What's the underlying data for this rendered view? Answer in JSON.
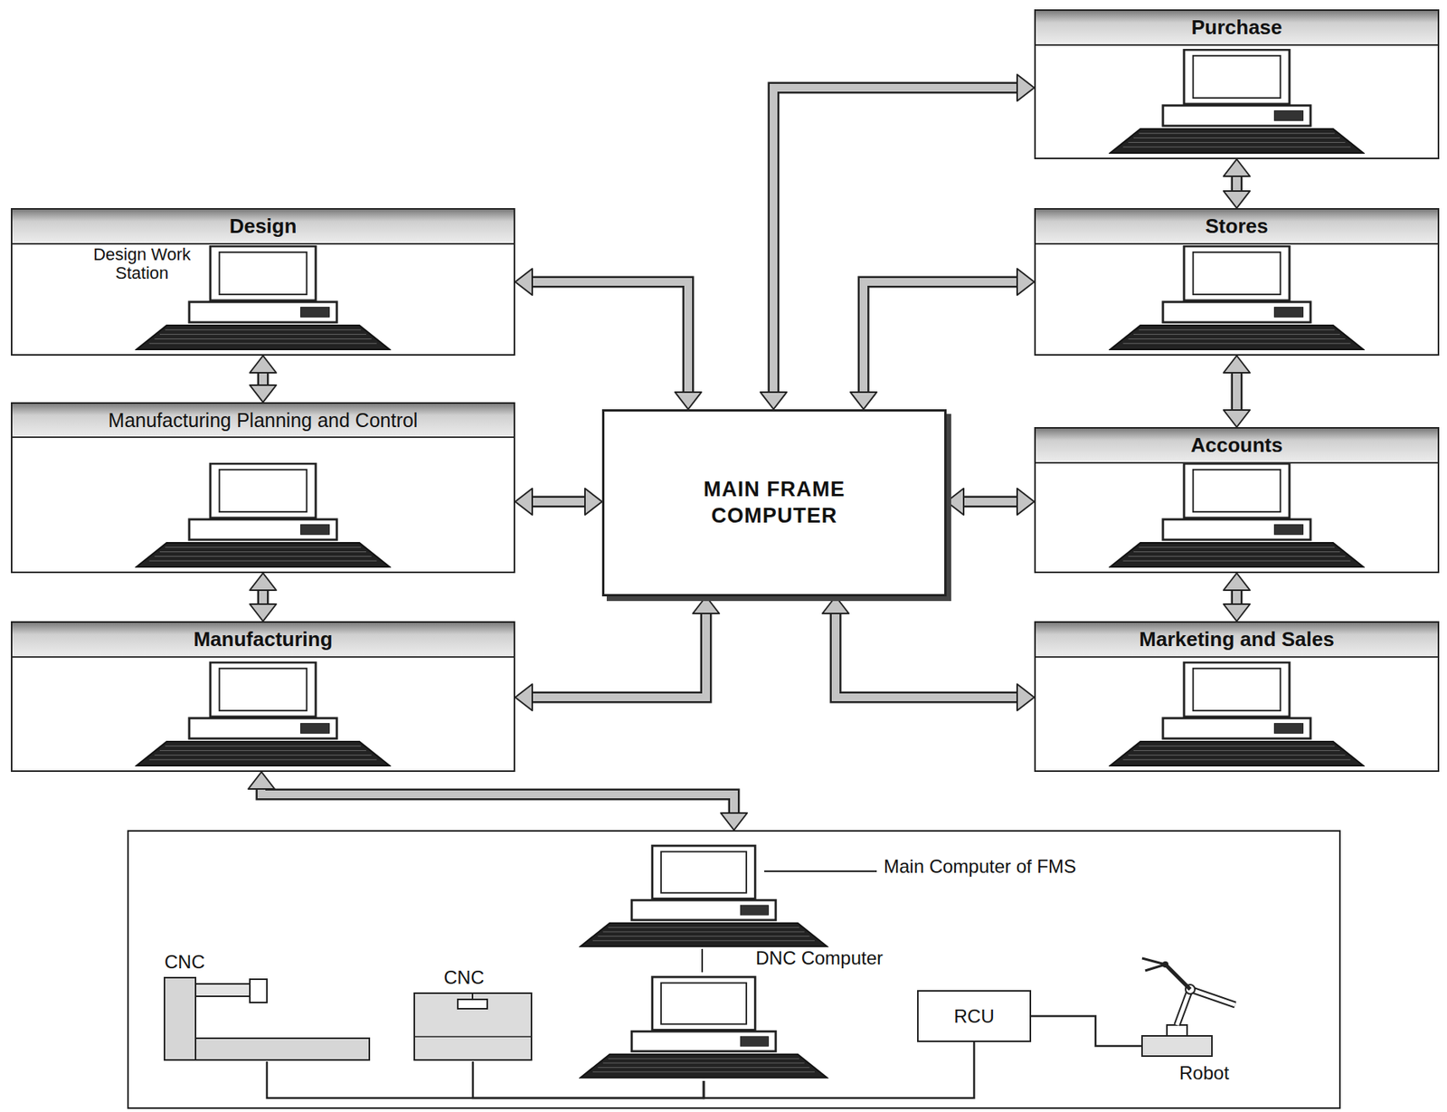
{
  "diagram": {
    "nodes": [
      {
        "text": [
          "Purchase"
        ]
      },
      {
        "text": [
          "Design",
          "Design Work Station"
        ]
      },
      {
        "text": [
          "Stores"
        ]
      },
      {
        "text": [
          "Manufacturing Planning and Control"
        ]
      },
      {
        "text": [
          "MAIN FRAME COMPUTER"
        ]
      },
      {
        "text": [
          "Accounts"
        ]
      },
      {
        "text": [
          "Manufacturing"
        ]
      },
      {
        "text": [
          "Marketing and Sales"
        ]
      },
      {
        "text": [
          "Main Computer of FMS"
        ]
      },
      {
        "text": [
          "DNC Computer"
        ],
        "in": 8
      },
      {
        "text": [
          "CNC"
        ],
        "in": 8
      },
      {
        "text": [
          "CNC"
        ],
        "in": 8
      },
      {
        "text": [
          "RCU"
        ],
        "in": 8
      },
      {
        "text": [
          "Robot"
        ],
        "in": 8
      }
    ],
    "edges": [
      {
        "from": 0,
        "to": 2,
        "arrow": "both"
      },
      {
        "from": 2,
        "to": 5,
        "arrow": "both"
      },
      {
        "from": 5,
        "to": 7,
        "arrow": "both"
      },
      {
        "from": 1,
        "to": 3,
        "arrow": "both"
      },
      {
        "from": 3,
        "to": 6,
        "arrow": "both"
      },
      {
        "from": 4,
        "to": 0,
        "arrow": "both"
      },
      {
        "from": 4,
        "to": 1,
        "arrow": "both"
      },
      {
        "from": 4,
        "to": 2,
        "arrow": "both"
      },
      {
        "from": 4,
        "to": 3,
        "arrow": "both"
      },
      {
        "from": 4,
        "to": 5,
        "arrow": "both"
      },
      {
        "from": 4,
        "to": 6,
        "arrow": "both"
      },
      {
        "from": 4,
        "to": 7,
        "arrow": "both"
      },
      {
        "from": 6,
        "to": 8,
        "arrow": "both"
      },
      {
        "from": 9,
        "to": 10,
        "arrow": "none"
      },
      {
        "from": 9,
        "to": 11,
        "arrow": "none"
      },
      {
        "from": 9,
        "to": 12,
        "arrow": "none"
      },
      {
        "from": 12,
        "to": 13,
        "arrow": "none"
      }
    ]
  }
}
